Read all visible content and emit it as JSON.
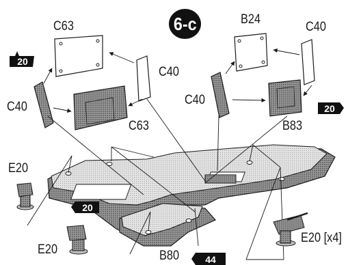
{
  "step": {
    "label": "6-c"
  },
  "parts": {
    "c63_top": "C63",
    "c63_mid": "C63",
    "c40_upper_right": "C40",
    "c40_left": "C40",
    "b24": "B24",
    "c40_top_right": "C40",
    "c40_mid_right": "C40",
    "b83": "B83",
    "e20_left_top": "E20",
    "e20_left_bottom": "E20",
    "b80": "B80",
    "e20_x4": "E20 [x4]"
  },
  "badges": {
    "top_left": "20",
    "mid_left": "20",
    "right": "20",
    "bottom": "44"
  },
  "colors": {
    "ink": "#1a1a1a",
    "stipple": "#6a6a6a",
    "light": "#c8c8c8",
    "step_bg": "#111111"
  }
}
